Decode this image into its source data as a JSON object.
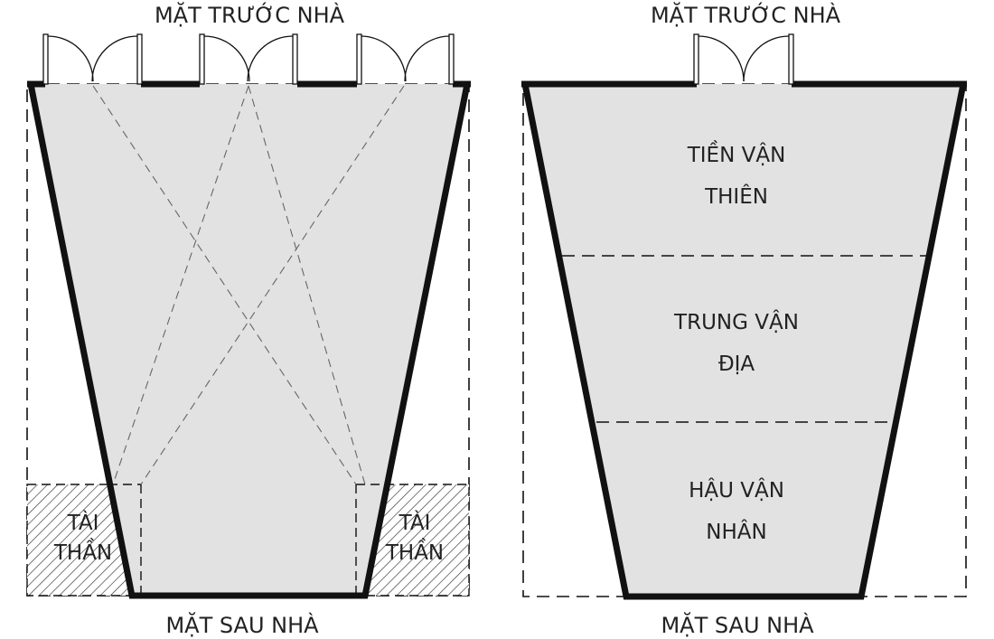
{
  "left_plan": {
    "front_label": "MẶT TRƯỚC NHÀ",
    "back_label": "MẶT SAU NHÀ",
    "corner_left": {
      "line1": "TÀI",
      "line2": "THẦN"
    },
    "corner_right": {
      "line1": "TÀI",
      "line2": "THẦN"
    },
    "door_count": 3
  },
  "right_plan": {
    "front_label": "MẶT TRƯỚC NHÀ",
    "back_label": "MẶT SAU NHÀ",
    "zones": [
      {
        "line1": "TIỀN VẬN",
        "line2": "THIÊN"
      },
      {
        "line1": "TRUNG VẬN",
        "line2": "ĐỊA"
      },
      {
        "line1": "HẬU VẬN",
        "line2": "NHÂN"
      }
    ],
    "door_count": 1
  },
  "colors": {
    "fill": "#e2e2e2",
    "line": "#111111",
    "text": "#222222"
  }
}
